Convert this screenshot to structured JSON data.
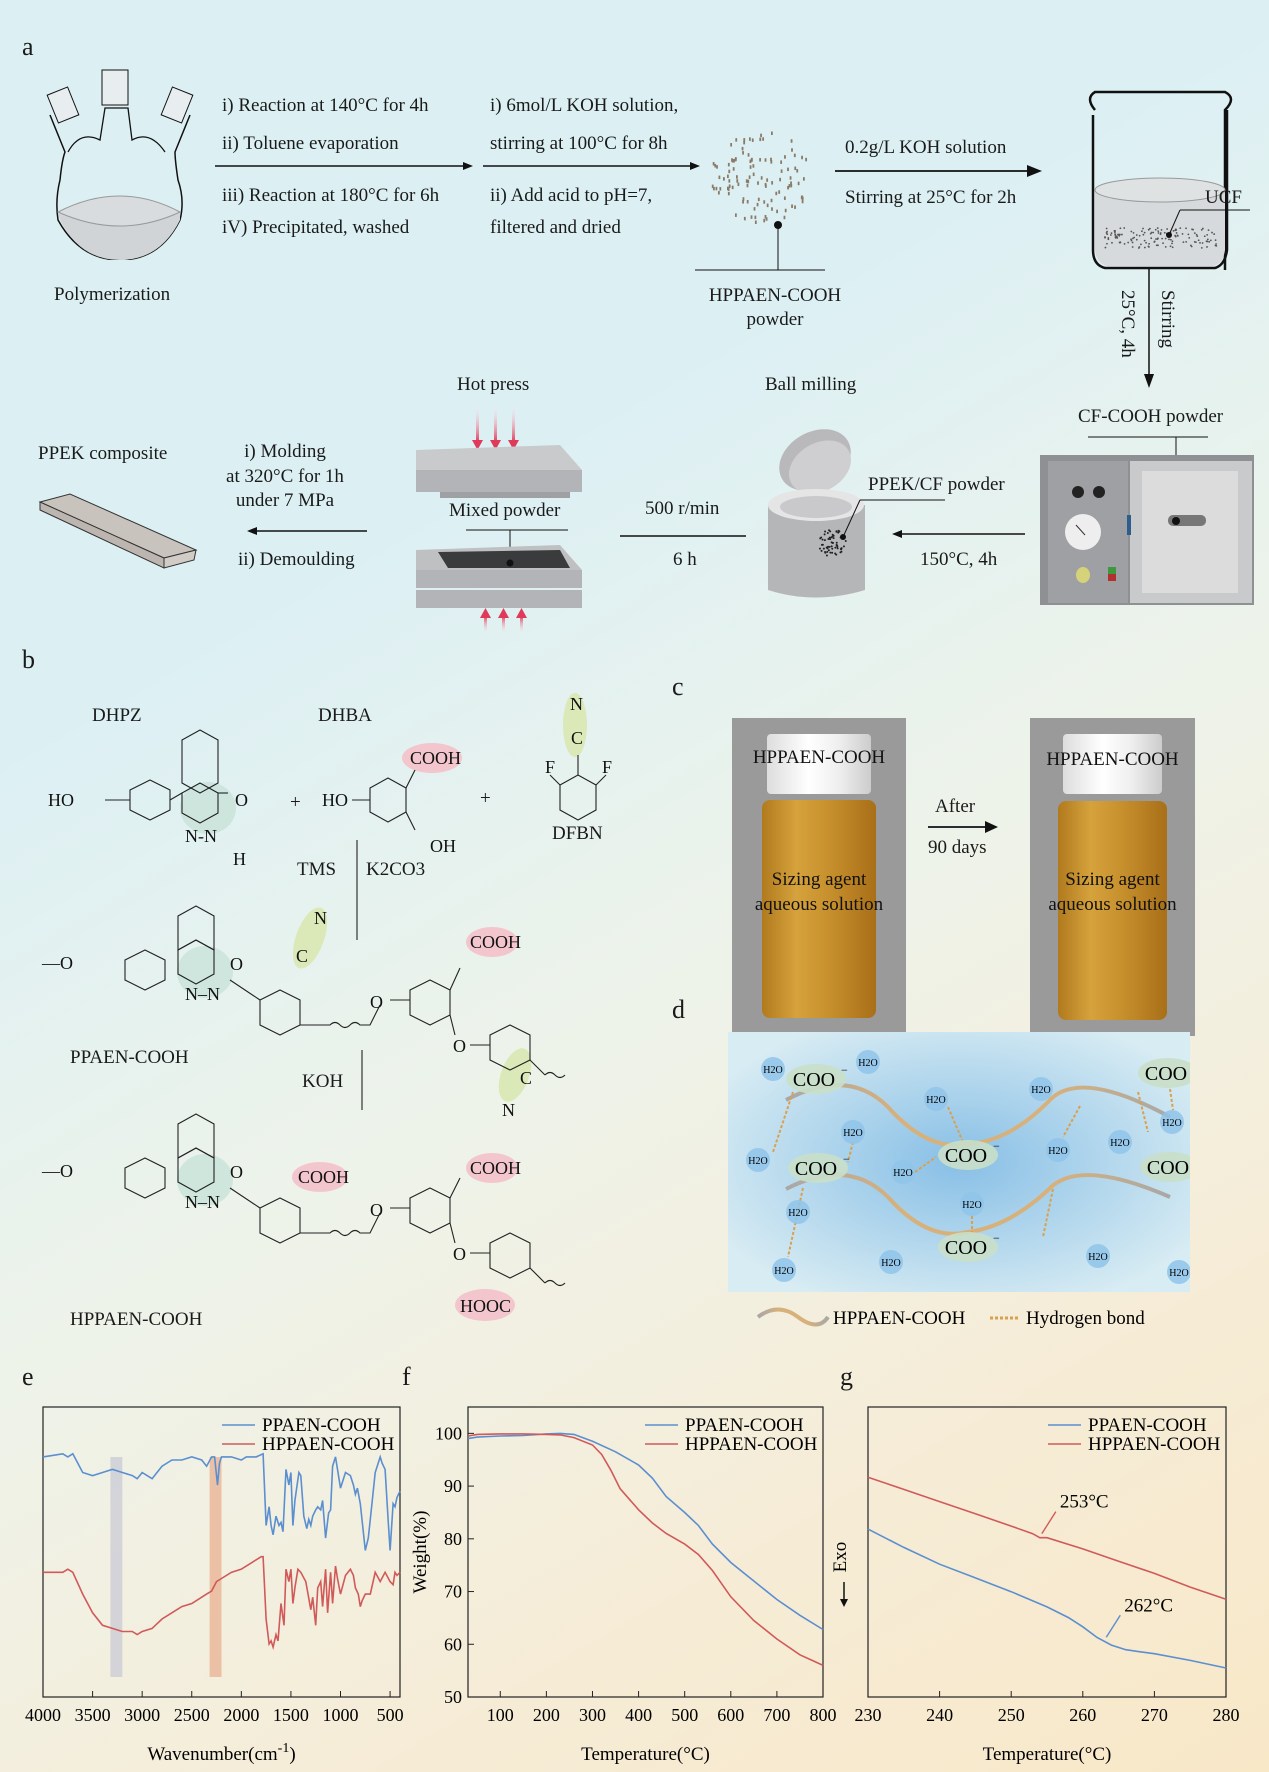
{
  "panels": {
    "a": {
      "label": "a",
      "flask_caption": "Polymerization",
      "step1_above": [
        "i) Reaction at 140°C for 4h",
        "ii) Toluene evaporation"
      ],
      "step1_below": [
        "iii) Reaction at 180°C for 6h",
        "iV) Precipitated, washed"
      ],
      "step2_above": [
        "i) 6mol/L KOH solution,",
        "stirring at 100°C for 8h"
      ],
      "step2_below": [
        "ii) Add acid to pH=7,",
        "filtered and dried"
      ],
      "powder_caption": [
        "HPPAEN-COOH",
        "powder"
      ],
      "step3_above": "0.2g/L KOH solution",
      "step3_below": "Stirring at 25°C for 2h",
      "beaker_callout": "UCF",
      "step4_right": "Stirring",
      "step4_left": "25°C, 4h",
      "oven_caption": "CF-COOH powder",
      "step5_below": "150°C, 4h",
      "ball_mill_title": "Ball milling",
      "ball_mill_callout": "PPEK/CF powder",
      "step6_above": "500 r/min",
      "step6_below": "6 h",
      "hot_press_title": "Hot press",
      "hot_press_callout": "Mixed powder",
      "step7_above": [
        "i) Molding",
        "at 320°C for 1h",
        "under 7 MPa"
      ],
      "step7_below": "ii) Demoulding",
      "composite_caption": "PPEK composite"
    },
    "b": {
      "label": "b",
      "monomers": [
        "DHPZ",
        "DHBA",
        "DFBN"
      ],
      "plus": "+",
      "reagent_left": "TMS",
      "reagent_right": "K2CO3",
      "product1": "PPAEN-COOH",
      "hydrolysis_reagent": "KOH",
      "product2": "HPPAEN-COOH",
      "atoms": {
        "HO": "HO",
        "OH": "OH",
        "O": "O",
        "NN": "N-N",
        "NN2": "N–N",
        "H": "H",
        "F": "F",
        "N": "N",
        "C": "C",
        "COOH": "COOH",
        "HOOC": "HOOC",
        "Omet": "—O"
      }
    },
    "c": {
      "label": "c",
      "vial_title": "HPPAEN-COOH",
      "vial_text": [
        "Sizing agent",
        "aqueous solution"
      ],
      "arrow_above": "After",
      "arrow_below": "90 days"
    },
    "d": {
      "label": "d",
      "anion": "COO",
      "anion_charge": "−",
      "water": "H2O",
      "legend_polymer": "HPPAEN-COOH",
      "legend_hbond": "Hydrogen bond"
    }
  },
  "colors": {
    "blue": "#5b8fd0",
    "red": "#d05a5a",
    "highlight_pink": "#f2c6cc",
    "highlight_green": "#dbe8b8",
    "highlight_teal": "#bfe0dc",
    "hbond": "#d9a050",
    "water": "#8fc4ea"
  },
  "chart_data": [
    {
      "panel": "e",
      "type": "line",
      "title": "",
      "xlabel": "Wavenumber(cm",
      "xlabel_sup": "-1",
      "ylabel": "",
      "xlim": [
        4000,
        400
      ],
      "xticks": [
        4000,
        3500,
        3000,
        2500,
        2000,
        1500,
        1000,
        500
      ],
      "legend": "top-right",
      "highlight_bands": [
        {
          "from": 3320,
          "to": 3200,
          "color": "#c9c9d6"
        },
        {
          "from": 2320,
          "to": 2200,
          "color": "#eab090"
        }
      ],
      "series": [
        {
          "name": "PPAEN-COOH",
          "color": "#5b8fd0",
          "x": [
            4000,
            3800,
            3750,
            3700,
            3600,
            3500,
            3400,
            3300,
            3200,
            3100,
            3050,
            3000,
            2950,
            2900,
            2850,
            2800,
            2700,
            2600,
            2500,
            2400,
            2350,
            2300,
            2270,
            2240,
            2220,
            2200,
            2100,
            2000,
            1950,
            1850,
            1780,
            1750,
            1720,
            1700,
            1680,
            1650,
            1620,
            1600,
            1580,
            1550,
            1520,
            1500,
            1480,
            1460,
            1420,
            1400,
            1370,
            1340,
            1320,
            1300,
            1280,
            1250,
            1230,
            1200,
            1180,
            1150,
            1120,
            1100,
            1080,
            1050,
            1020,
            1000,
            970,
            950,
            900,
            870,
            850,
            830,
            800,
            780,
            750,
            720,
            700,
            650,
            600,
            580,
            550,
            520,
            500,
            470,
            450,
            430,
            400
          ],
          "y": [
            92,
            93,
            92,
            93,
            87,
            86,
            87,
            88,
            87,
            86,
            85,
            87,
            86,
            85,
            87,
            89,
            91,
            91,
            92,
            91,
            89,
            92,
            92,
            83,
            90,
            92,
            92,
            91,
            92,
            92,
            93,
            70,
            76,
            70,
            67,
            73,
            70,
            71,
            68,
            88,
            83,
            87,
            70,
            78,
            87,
            86,
            73,
            69,
            72,
            70,
            73,
            75,
            76,
            75,
            78,
            66,
            74,
            75,
            89,
            92,
            86,
            82,
            85,
            87,
            86,
            83,
            80,
            82,
            77,
            71,
            62,
            66,
            72,
            87,
            92,
            90,
            88,
            72,
            62,
            77,
            76,
            79,
            81
          ]
        },
        {
          "name": "HPPAEN-COOH",
          "color": "#d05a5a",
          "x": [
            4000,
            3800,
            3750,
            3700,
            3600,
            3500,
            3400,
            3300,
            3200,
            3100,
            3050,
            3000,
            2900,
            2800,
            2700,
            2600,
            2500,
            2400,
            2350,
            2300,
            2250,
            2200,
            2100,
            2000,
            1900,
            1800,
            1780,
            1750,
            1720,
            1700,
            1680,
            1650,
            1630,
            1600,
            1570,
            1550,
            1520,
            1500,
            1480,
            1460,
            1430,
            1400,
            1350,
            1300,
            1280,
            1250,
            1230,
            1200,
            1180,
            1150,
            1130,
            1100,
            1080,
            1050,
            1030,
            1000,
            950,
            900,
            870,
            850,
            820,
            800,
            780,
            750,
            700,
            650,
            600,
            550,
            500,
            470,
            450,
            430,
            400
          ],
          "y": [
            55,
            55,
            56,
            55,
            48,
            42,
            38,
            37,
            36,
            36,
            35,
            36,
            37,
            40,
            42,
            44,
            45,
            47,
            48,
            49,
            52,
            53,
            55,
            56,
            58,
            60,
            60,
            40,
            32,
            33,
            31,
            35,
            33,
            45,
            38,
            56,
            52,
            56,
            45,
            50,
            56,
            55,
            52,
            43,
            47,
            38,
            50,
            52,
            44,
            56,
            42,
            55,
            45,
            57,
            53,
            48,
            54,
            56,
            54,
            50,
            48,
            44,
            46,
            48,
            48,
            55,
            52,
            55,
            52,
            51,
            55,
            54,
            55
          ]
        }
      ]
    },
    {
      "panel": "f",
      "type": "line",
      "title": "",
      "xlabel": "Temperature(°C)",
      "ylabel": "Weight(%)",
      "xlim": [
        30,
        800
      ],
      "ylim": [
        50,
        105
      ],
      "xticks": [
        100,
        200,
        300,
        400,
        500,
        600,
        700,
        800
      ],
      "yticks": [
        50,
        60,
        70,
        80,
        90,
        100
      ],
      "legend": "top-right",
      "series": [
        {
          "name": "PPAEN-COOH",
          "color": "#5b8fd0",
          "x": [
            30,
            50,
            100,
            150,
            200,
            230,
            260,
            300,
            350,
            400,
            430,
            460,
            500,
            530,
            560,
            600,
            650,
            700,
            750,
            800
          ],
          "y": [
            99.0,
            99.3,
            99.5,
            99.6,
            99.9,
            100.0,
            99.8,
            98.5,
            96.5,
            94.0,
            91.5,
            88.0,
            85.0,
            82.5,
            79.0,
            75.5,
            72.0,
            68.5,
            65.5,
            62.8
          ]
        },
        {
          "name": "HPPAEN-COOH",
          "color": "#d05a5a",
          "x": [
            30,
            50,
            100,
            150,
            200,
            230,
            260,
            300,
            320,
            340,
            360,
            380,
            400,
            430,
            460,
            500,
            530,
            560,
            600,
            650,
            700,
            750,
            780,
            800
          ],
          "y": [
            99.5,
            99.8,
            99.9,
            99.9,
            99.8,
            99.7,
            99.2,
            97.8,
            96.0,
            93.0,
            89.5,
            87.5,
            85.5,
            83.0,
            81.0,
            79.0,
            77.0,
            74.0,
            69.0,
            64.5,
            61.0,
            58.0,
            56.8,
            56.0
          ]
        }
      ]
    },
    {
      "panel": "g",
      "type": "line",
      "title": "",
      "xlabel": "Temperature(°C)",
      "ylabel": "Exo",
      "xlim": [
        230,
        280
      ],
      "xticks": [
        230,
        240,
        250,
        260,
        270,
        280
      ],
      "legend": "top-right",
      "annotations": [
        {
          "text": "253°C",
          "series": "HPPAEN-COOH",
          "x": 254
        },
        {
          "text": "262°C",
          "series": "PPAEN-COOH",
          "x": 263
        }
      ],
      "series": [
        {
          "name": "PPAEN-COOH",
          "color": "#5b8fd0",
          "x": [
            230,
            235,
            240,
            245,
            250,
            255,
            258,
            260,
            262,
            264,
            266,
            268,
            270,
            275,
            280
          ],
          "y": [
            5.5,
            4.9,
            4.35,
            3.9,
            3.45,
            2.95,
            2.6,
            2.3,
            1.95,
            1.7,
            1.55,
            1.48,
            1.42,
            1.2,
            0.95
          ]
        },
        {
          "name": "HPPAEN-COOH",
          "color": "#d05a5a",
          "x": [
            230,
            235,
            240,
            245,
            250,
            253,
            254,
            255,
            260,
            265,
            270,
            275,
            280
          ],
          "y": [
            7.2,
            6.8,
            6.4,
            6.0,
            5.6,
            5.35,
            5.22,
            5.22,
            4.85,
            4.45,
            4.05,
            3.6,
            3.2
          ]
        }
      ]
    }
  ]
}
